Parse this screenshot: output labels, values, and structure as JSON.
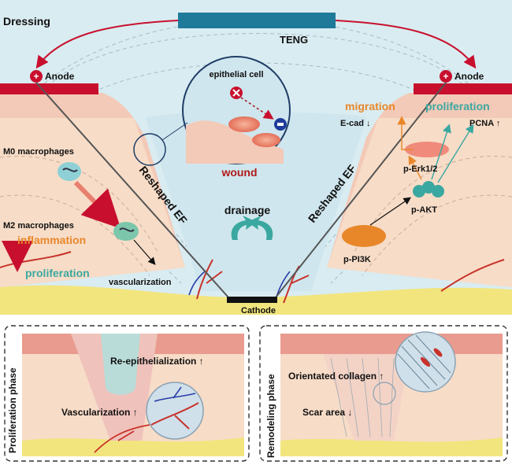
{
  "top": {
    "dressing": "Dressing",
    "teng": "TENG",
    "anode_left": "Anode",
    "anode_right": "Anode",
    "epithelial_cell": "epithelial cell",
    "wound": "wound",
    "drainage": "drainage",
    "reshaped_ef_left": "Reshaped EF",
    "reshaped_ef_right": "Reshaped EF",
    "m0_macrophages": "M0 macrophages",
    "m2_macrophages": "M2 macrophages",
    "inflammation": "inflammation",
    "proliferation_left": "proliferation",
    "vascularization": "vascularization",
    "cathode": "Cathode",
    "migration": "migration",
    "proliferation_right": "proliferation",
    "ecad": "E-cad ↓",
    "pcna": "PCNA ↑",
    "perk": "p-Erk1/2",
    "pakt": "p-AKT",
    "ppi3k": "p-PI3K",
    "plus_symbol": "+"
  },
  "panel_left": {
    "phase": "Proliferation phase",
    "reepithelialization": "Re-epithelialization ↑",
    "vascularization": "Vascularization ↑"
  },
  "panel_right": {
    "phase": "Remodeling phase",
    "orientated_collagen": "Orientated collagen ↑",
    "scar_area": "Scar area ↓"
  },
  "colors": {
    "teng": "#1f7a9a",
    "anode": "#c8102e",
    "wound_red": "#b01a1a",
    "orange": "#e8872a",
    "teal": "#3aa8a0",
    "skin": "#f3c9b7",
    "deep_skin": "#f7dcc7",
    "wound_fill": "#cfe6ee",
    "yellow": "#f2e57e"
  }
}
